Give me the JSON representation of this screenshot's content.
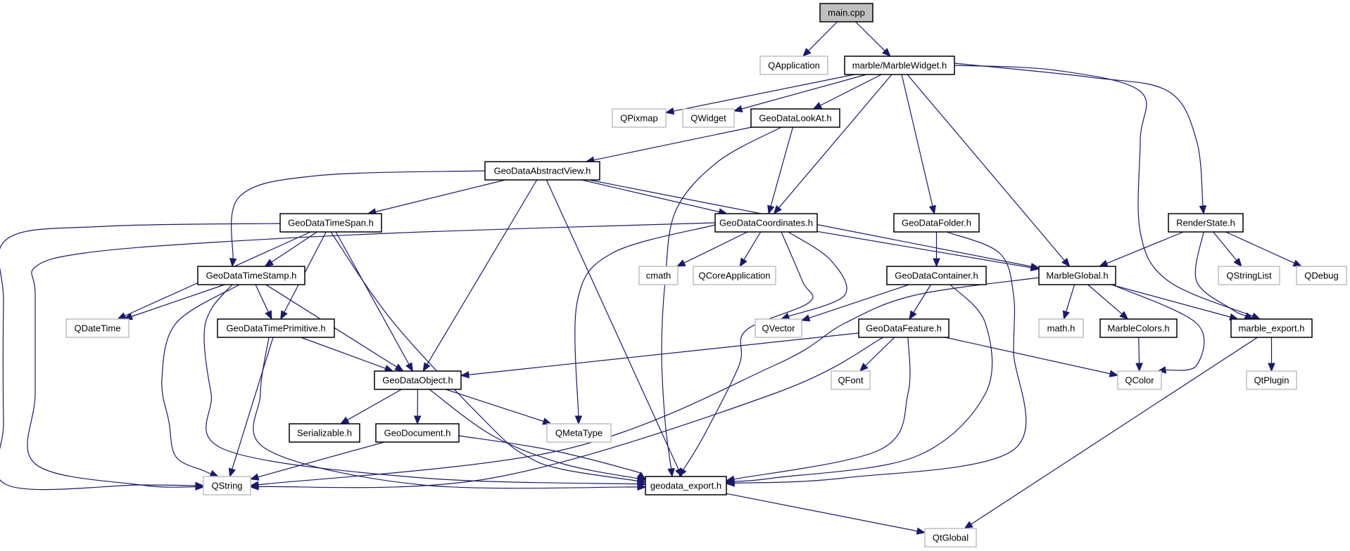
{
  "diagram": {
    "type": "include-dependency-graph",
    "root": "main.cpp",
    "colors": {
      "edge": "#191970",
      "root_fill": "#bfbfbf",
      "local_border": "#000000",
      "external_border": "#bfbfbf"
    },
    "nodes": [
      {
        "id": "main_cpp",
        "label": "main.cpp",
        "kind": "root"
      },
      {
        "id": "QApplication",
        "label": "QApplication",
        "kind": "external"
      },
      {
        "id": "MarbleWidget",
        "label": "marble/MarbleWidget.h",
        "kind": "local"
      },
      {
        "id": "QPixmap",
        "label": "QPixmap",
        "kind": "external"
      },
      {
        "id": "QWidget",
        "label": "QWidget",
        "kind": "external"
      },
      {
        "id": "GeoDataLookAt",
        "label": "GeoDataLookAt.h",
        "kind": "local"
      },
      {
        "id": "GeoDataAbstractView",
        "label": "GeoDataAbstractView.h",
        "kind": "local"
      },
      {
        "id": "GeoDataTimeSpan",
        "label": "GeoDataTimeSpan.h",
        "kind": "local"
      },
      {
        "id": "GeoDataCoordinates",
        "label": "GeoDataCoordinates.h",
        "kind": "local"
      },
      {
        "id": "GeoDataFolder",
        "label": "GeoDataFolder.h",
        "kind": "local"
      },
      {
        "id": "RenderState",
        "label": "RenderState.h",
        "kind": "local"
      },
      {
        "id": "GeoDataTimeStamp",
        "label": "GeoDataTimeStamp.h",
        "kind": "local"
      },
      {
        "id": "cmath",
        "label": "cmath",
        "kind": "external"
      },
      {
        "id": "QCoreApplication",
        "label": "QCoreApplication",
        "kind": "external"
      },
      {
        "id": "GeoDataContainer",
        "label": "GeoDataContainer.h",
        "kind": "local"
      },
      {
        "id": "MarbleGlobal",
        "label": "MarbleGlobal.h",
        "kind": "local"
      },
      {
        "id": "QStringList",
        "label": "QStringList",
        "kind": "external"
      },
      {
        "id": "QDebug",
        "label": "QDebug",
        "kind": "external"
      },
      {
        "id": "QDateTime",
        "label": "QDateTime",
        "kind": "external"
      },
      {
        "id": "GeoDataTimePrimitive",
        "label": "GeoDataTimePrimitive.h",
        "kind": "local"
      },
      {
        "id": "QVector",
        "label": "QVector",
        "kind": "external"
      },
      {
        "id": "GeoDataFeature",
        "label": "GeoDataFeature.h",
        "kind": "local"
      },
      {
        "id": "math_h",
        "label": "math.h",
        "kind": "external"
      },
      {
        "id": "MarbleColors",
        "label": "MarbleColors.h",
        "kind": "local"
      },
      {
        "id": "marble_export",
        "label": "marble_export.h",
        "kind": "local"
      },
      {
        "id": "GeoDataObject",
        "label": "GeoDataObject.h",
        "kind": "local"
      },
      {
        "id": "QFont",
        "label": "QFont",
        "kind": "external"
      },
      {
        "id": "QColor",
        "label": "QColor",
        "kind": "external"
      },
      {
        "id": "QtPlugin",
        "label": "QtPlugin",
        "kind": "external"
      },
      {
        "id": "Serializable",
        "label": "Serializable.h",
        "kind": "local"
      },
      {
        "id": "GeoDocument",
        "label": "GeoDocument.h",
        "kind": "local"
      },
      {
        "id": "QMetaType",
        "label": "QMetaType",
        "kind": "external"
      },
      {
        "id": "QString",
        "label": "QString",
        "kind": "external"
      },
      {
        "id": "geodata_export",
        "label": "geodata_export.h",
        "kind": "local"
      },
      {
        "id": "QtGlobal",
        "label": "QtGlobal",
        "kind": "external"
      }
    ],
    "edges": [
      [
        "main_cpp",
        "QApplication"
      ],
      [
        "main_cpp",
        "MarbleWidget"
      ],
      [
        "MarbleWidget",
        "QPixmap"
      ],
      [
        "MarbleWidget",
        "QWidget"
      ],
      [
        "MarbleWidget",
        "GeoDataLookAt"
      ],
      [
        "MarbleWidget",
        "GeoDataCoordinates"
      ],
      [
        "MarbleWidget",
        "GeoDataFolder"
      ],
      [
        "MarbleWidget",
        "MarbleGlobal"
      ],
      [
        "MarbleWidget",
        "marble_export"
      ],
      [
        "MarbleWidget",
        "RenderState"
      ],
      [
        "GeoDataLookAt",
        "GeoDataAbstractView"
      ],
      [
        "GeoDataLookAt",
        "GeoDataCoordinates"
      ],
      [
        "GeoDataLookAt",
        "geodata_export"
      ],
      [
        "GeoDataAbstractView",
        "GeoDataTimeSpan"
      ],
      [
        "GeoDataAbstractView",
        "GeoDataTimeStamp"
      ],
      [
        "GeoDataAbstractView",
        "GeoDataCoordinates"
      ],
      [
        "GeoDataAbstractView",
        "GeoDataObject"
      ],
      [
        "GeoDataAbstractView",
        "MarbleGlobal"
      ],
      [
        "GeoDataAbstractView",
        "geodata_export"
      ],
      [
        "GeoDataTimeSpan",
        "QString"
      ],
      [
        "GeoDataTimeSpan",
        "QDateTime"
      ],
      [
        "GeoDataTimeSpan",
        "GeoDataTimeStamp"
      ],
      [
        "GeoDataTimeSpan",
        "GeoDataTimePrimitive"
      ],
      [
        "GeoDataTimeSpan",
        "GeoDataObject"
      ],
      [
        "GeoDataTimeSpan",
        "geodata_export"
      ],
      [
        "GeoDataCoordinates",
        "QString"
      ],
      [
        "GeoDataCoordinates",
        "cmath"
      ],
      [
        "GeoDataCoordinates",
        "QCoreApplication"
      ],
      [
        "GeoDataCoordinates",
        "QMetaType"
      ],
      [
        "GeoDataCoordinates",
        "QVector"
      ],
      [
        "GeoDataCoordinates",
        "geodata_export"
      ],
      [
        "GeoDataCoordinates",
        "MarbleGlobal"
      ],
      [
        "GeoDataTimeStamp",
        "QDateTime"
      ],
      [
        "GeoDataTimeStamp",
        "GeoDataTimePrimitive"
      ],
      [
        "GeoDataTimeStamp",
        "GeoDataObject"
      ],
      [
        "GeoDataTimeStamp",
        "QString"
      ],
      [
        "GeoDataTimeStamp",
        "geodata_export"
      ],
      [
        "GeoDataTimePrimitive",
        "GeoDataObject"
      ],
      [
        "GeoDataTimePrimitive",
        "QString"
      ],
      [
        "GeoDataTimePrimitive",
        "geodata_export"
      ],
      [
        "GeoDataFolder",
        "GeoDataContainer"
      ],
      [
        "GeoDataFolder",
        "geodata_export"
      ],
      [
        "GeoDataContainer",
        "QVector"
      ],
      [
        "GeoDataContainer",
        "GeoDataFeature"
      ],
      [
        "GeoDataContainer",
        "geodata_export"
      ],
      [
        "GeoDataFeature",
        "GeoDataObject"
      ],
      [
        "GeoDataFeature",
        "QFont"
      ],
      [
        "GeoDataFeature",
        "QColor"
      ],
      [
        "GeoDataFeature",
        "QString"
      ],
      [
        "GeoDataFeature",
        "geodata_export"
      ],
      [
        "MarbleGlobal",
        "math_h"
      ],
      [
        "MarbleGlobal",
        "MarbleColors"
      ],
      [
        "MarbleGlobal",
        "QColor"
      ],
      [
        "MarbleGlobal",
        "marble_export"
      ],
      [
        "MarbleGlobal",
        "QString"
      ],
      [
        "MarbleColors",
        "QColor"
      ],
      [
        "RenderState",
        "MarbleGlobal"
      ],
      [
        "RenderState",
        "QStringList"
      ],
      [
        "RenderState",
        "QDebug"
      ],
      [
        "RenderState",
        "marble_export"
      ],
      [
        "marble_export",
        "QtPlugin"
      ],
      [
        "marble_export",
        "QtGlobal"
      ],
      [
        "GeoDataObject",
        "Serializable"
      ],
      [
        "GeoDataObject",
        "GeoDocument"
      ],
      [
        "GeoDataObject",
        "QMetaType"
      ],
      [
        "GeoDataObject",
        "geodata_export"
      ],
      [
        "GeoDocument",
        "QString"
      ],
      [
        "GeoDocument",
        "geodata_export"
      ],
      [
        "geodata_export",
        "QtGlobal"
      ]
    ]
  }
}
